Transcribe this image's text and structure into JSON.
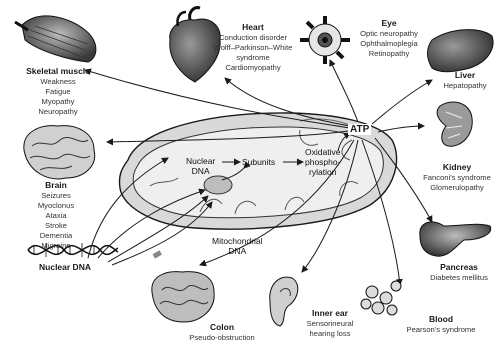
{
  "center": {
    "atp": "ATP",
    "nuclear_dna": [
      "Nuclear",
      "DNA"
    ],
    "subunits": "Subunits",
    "oxphos": [
      "Oxidative",
      "phospho-",
      "rylation"
    ],
    "mito_dna": [
      "Mitochondrial",
      "DNA"
    ]
  },
  "organs": {
    "heart": {
      "title": "Heart",
      "lines": [
        "Conduction disorder",
        "Wolff–Parkinson–White",
        "syndrome",
        "Cardiomyopathy"
      ]
    },
    "eye": {
      "title": "Eye",
      "lines": [
        "Optic neuropathy",
        "Ophthalmoplegia",
        "Retinopathy"
      ]
    },
    "skeletal_muscle": {
      "title": "Skeletal muscle",
      "lines": [
        "Weakness",
        "Fatigue",
        "Myopathy",
        "Neuropathy"
      ]
    },
    "liver": {
      "title": "Liver",
      "lines": [
        "Hepatopathy"
      ]
    },
    "kidney": {
      "title": "Kidney",
      "lines": [
        "Fanconi's syndrome",
        "Glomerulopathy"
      ]
    },
    "brain": {
      "title": "Brain",
      "lines": [
        "Seizures",
        "Myoclonus",
        "Ataxia",
        "Stroke",
        "Dementia",
        "Migraine"
      ]
    },
    "pancreas": {
      "title": "Pancreas",
      "lines": [
        "Diabetes mellitus"
      ]
    },
    "nuclear_dna": {
      "title": "Nuclear DNA",
      "lines": []
    },
    "colon": {
      "title": "Colon",
      "lines": [
        "Pseudo-obstruction"
      ]
    },
    "inner_ear": {
      "title": "Inner ear",
      "lines": [
        "Sensorineural",
        "hearing loss"
      ]
    },
    "blood": {
      "title": "Blood",
      "lines": [
        "Pearson's syndrome"
      ]
    }
  },
  "colors": {
    "ink": "#1a1a1a",
    "organ_shade": "#555555",
    "mito_fill": "#d9d9d9"
  }
}
